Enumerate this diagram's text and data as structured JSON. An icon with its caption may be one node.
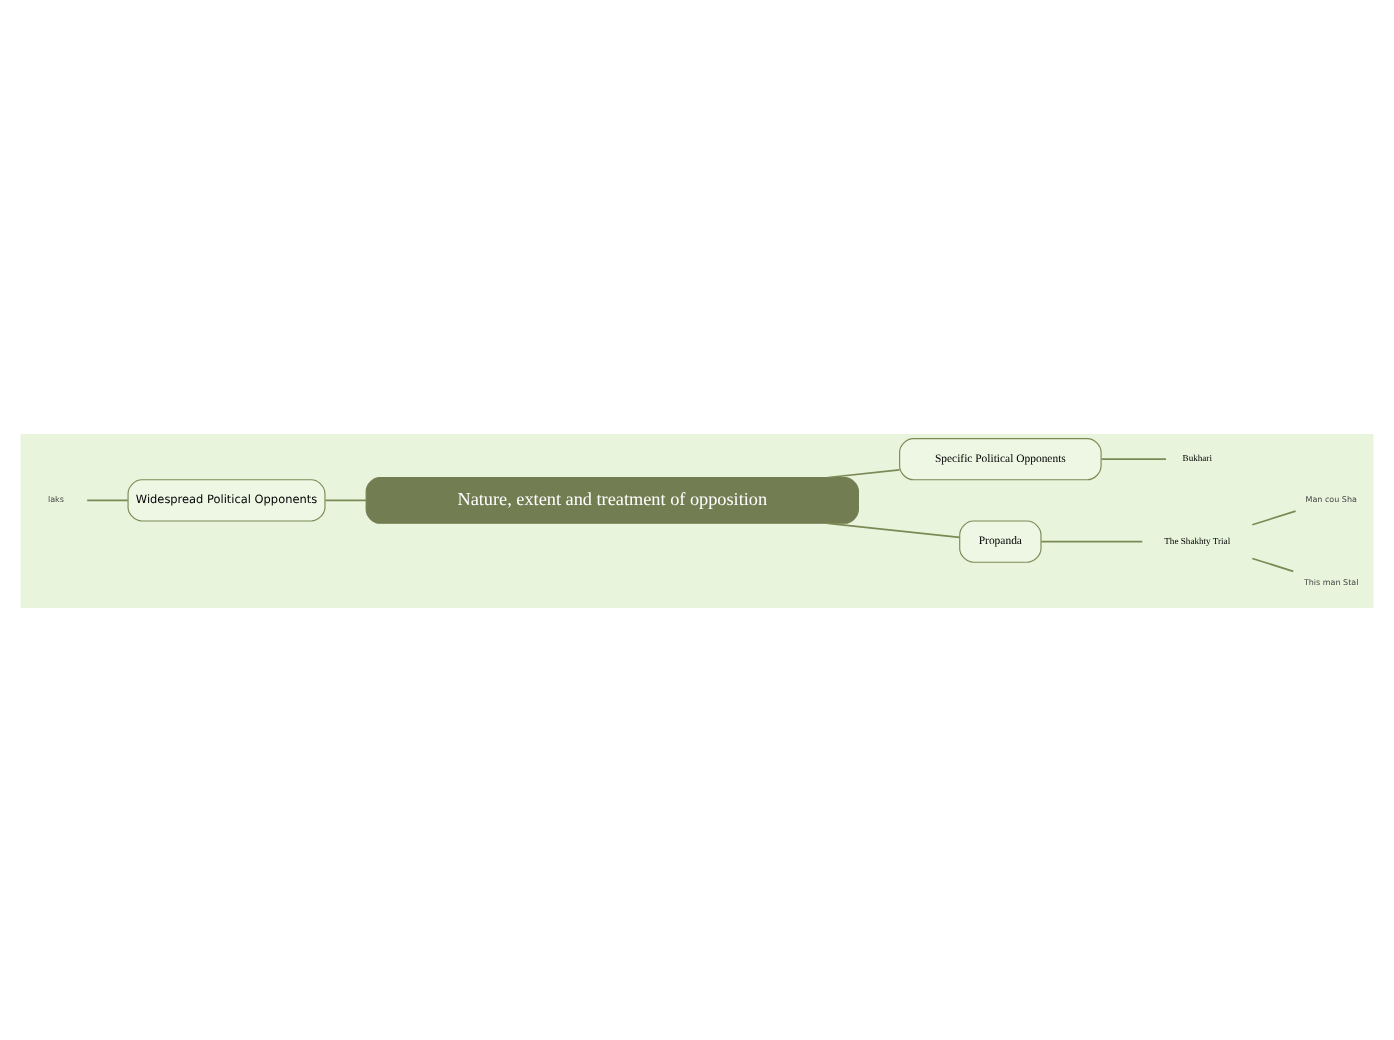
{
  "diagram": {
    "nodes": [
      {
        "text": [
          " Nature, extent and treatment of opposition"
        ]
      },
      {
        "text": [
          "Specific Political Opponents"
        ]
      },
      {
        "text": [
          "Bukhari"
        ]
      },
      {
        "text": [
          "Widespread Political Opponents"
        ]
      },
      {
        "text": [
          "laks"
        ]
      },
      {
        "text": [
          "Propanda"
        ]
      },
      {
        "text": [
          "The Shakhty Trial"
        ]
      },
      {
        "text": [
          "Man cou Sha"
        ]
      },
      {
        "text": [
          "This man Stal"
        ]
      }
    ],
    "edges": [
      {
        "from": 0,
        "to": 1,
        "arrow": "none"
      },
      {
        "from": 1,
        "to": 2,
        "arrow": "none"
      },
      {
        "from": 4,
        "to": 3,
        "arrow": "none"
      },
      {
        "from": 3,
        "to": 0,
        "arrow": "none"
      },
      {
        "from": 0,
        "to": 5,
        "arrow": "none"
      },
      {
        "from": 5,
        "to": 6,
        "arrow": "none"
      },
      {
        "from": 6,
        "to": 7,
        "arrow": "none"
      },
      {
        "from": 6,
        "to": 8,
        "arrow": "none"
      }
    ]
  }
}
